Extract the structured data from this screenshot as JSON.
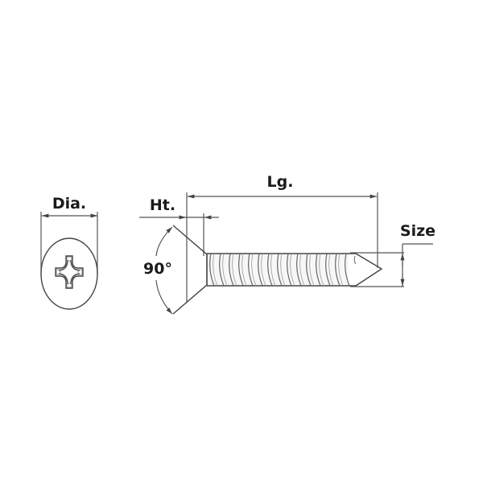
{
  "diagram": {
    "subject": "Countersunk Phillips self-tapping screw",
    "labels": {
      "diameter": "Dia.",
      "head_height": "Ht.",
      "length": "Lg.",
      "size": "Size",
      "head_angle": "90°"
    },
    "colors": {
      "line": "#555555",
      "text": "#1a1a1a",
      "background": "#ffffff"
    }
  }
}
